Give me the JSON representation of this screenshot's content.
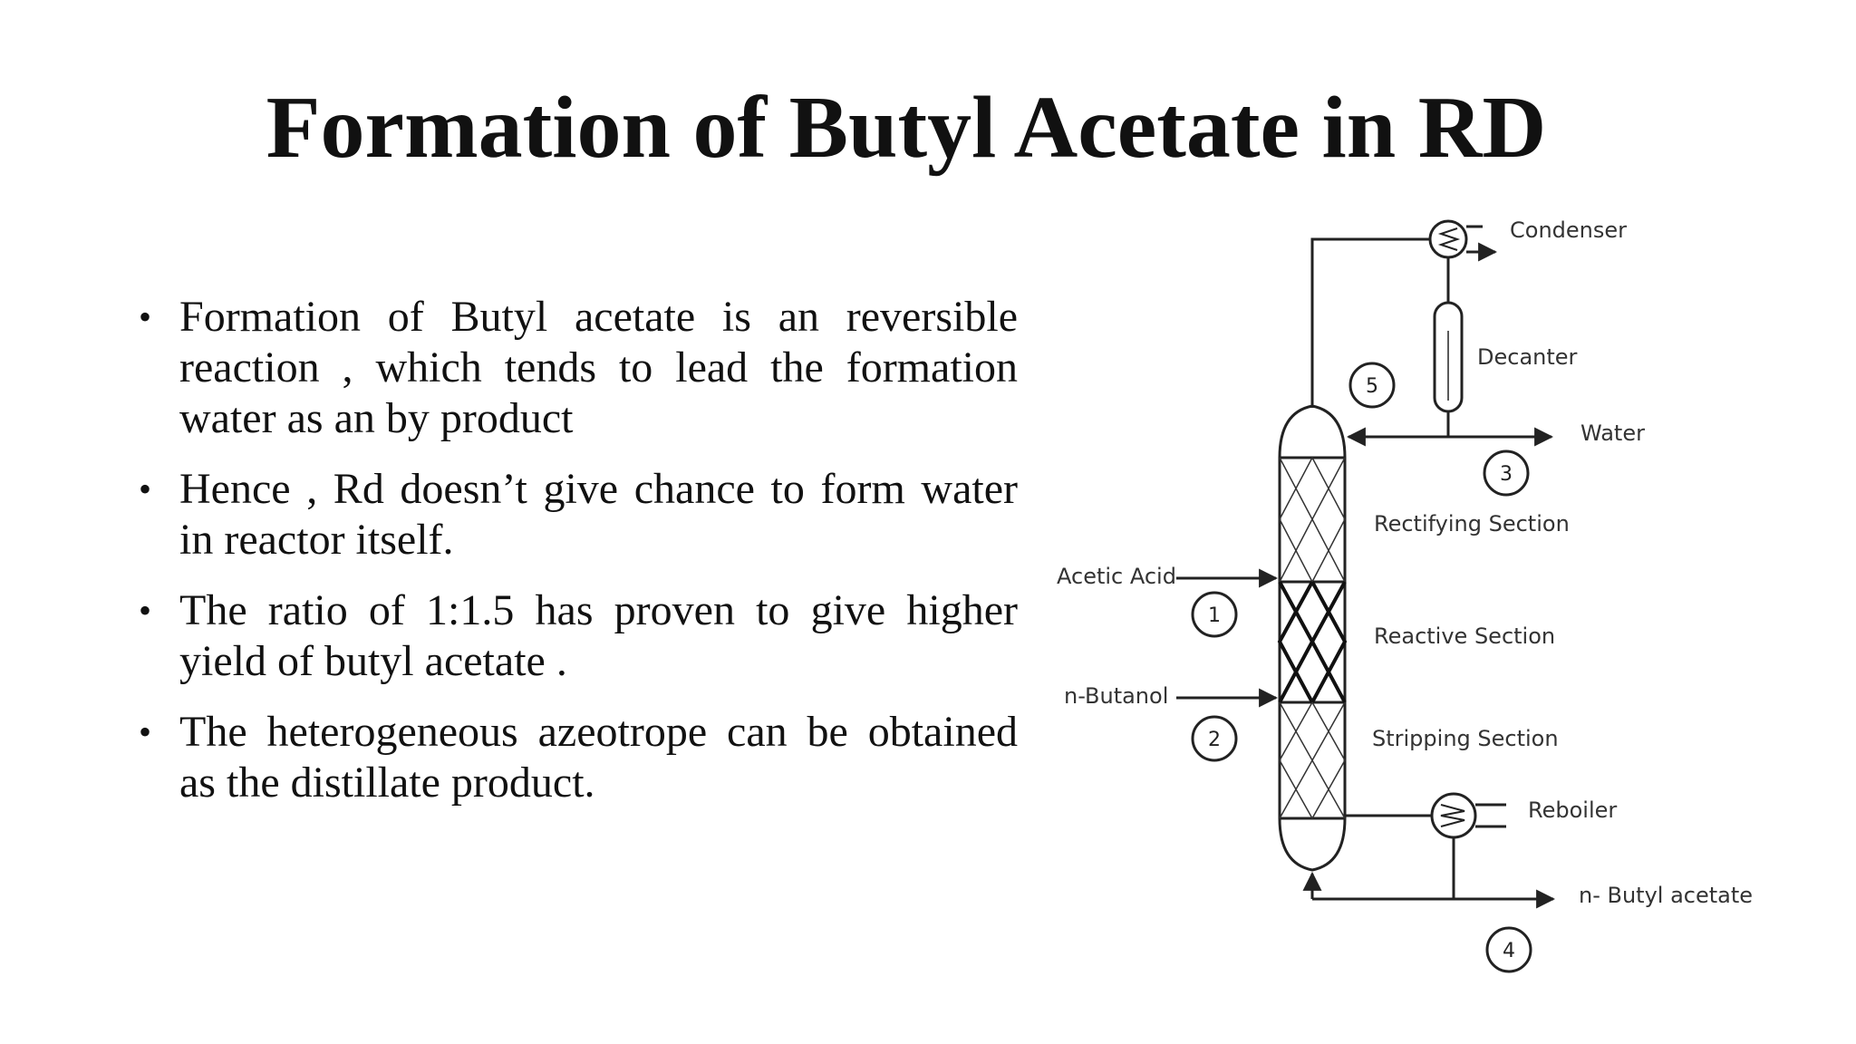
{
  "slide": {
    "title": "Formation of Butyl Acetate in RD",
    "bullets": [
      "Formation of Butyl acetate is an reversible reaction , which tends to lead the formation water as an by product",
      "Hence , Rd doesn’t give chance to form water in reactor itself.",
      "The ratio of 1:1.5 has proven to give higher yield of butyl acetate .",
      "The heterogeneous azeotrope can be obtained as the distillate product."
    ]
  },
  "diagram": {
    "labels": {
      "condenser": "Condenser",
      "decanter": "Decanter",
      "water": "Water",
      "rectifying": "Rectifying Section",
      "acetic_acid": "Acetic Acid",
      "reactive": "Reactive Section",
      "n_butanol": "n-Butanol",
      "stripping": "Stripping Section",
      "reboiler": "Reboiler",
      "product": "n- Butyl acetate"
    },
    "streams": {
      "s1": "1",
      "s2": "2",
      "s3": "3",
      "s4": "4",
      "s5": "5"
    },
    "colors": {
      "line": "#222222",
      "text": "#333333"
    }
  }
}
